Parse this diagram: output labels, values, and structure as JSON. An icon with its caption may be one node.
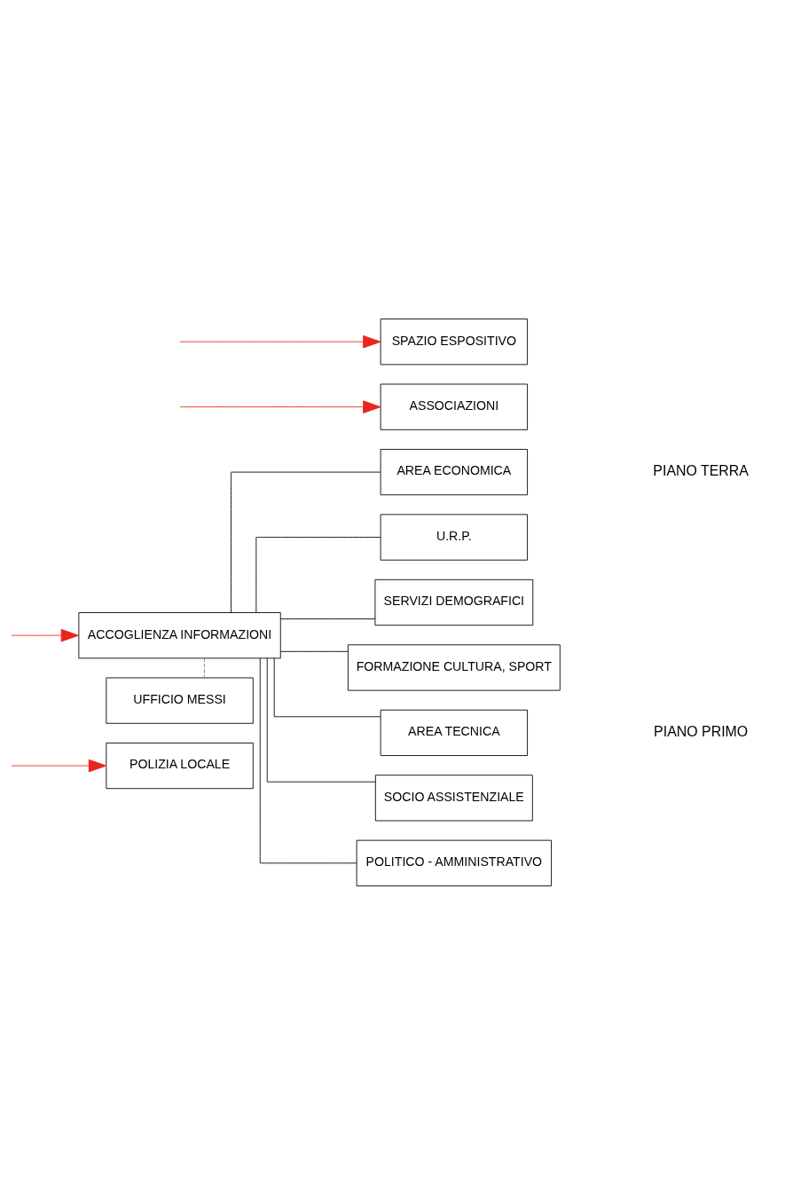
{
  "diagram": {
    "nodes": [
      {
        "text": [
          "SPAZIO ESPOSITIVO"
        ]
      },
      {
        "text": [
          "ASSOCIAZIONI"
        ]
      },
      {
        "text": [
          "ACCOGLIENZA INFORMAZIONI"
        ]
      },
      {
        "text": [
          "AREA ECONOMICA"
        ]
      },
      {
        "text": [
          "U.R.P."
        ]
      },
      {
        "text": [
          "SERVIZI DEMOGRAFICI"
        ]
      },
      {
        "text": [
          "UFFICIO MESSI"
        ]
      },
      {
        "text": [
          "FORMAZIONE CULTURA, SPORT"
        ]
      },
      {
        "text": [
          "AREA TECNICA"
        ]
      },
      {
        "text": [
          "SOCIO ASSISTENZIALE"
        ]
      },
      {
        "text": [
          "POLITICO - AMMINISTRATIVO"
        ]
      },
      {
        "text": [
          "POLIZIA LOCALE"
        ]
      }
    ],
    "edges": [
      {
        "from": null,
        "to": 0,
        "arrow": "to",
        "color": "#e8251e"
      },
      {
        "from": null,
        "to": 1,
        "arrow": "to",
        "color": "#e8251e"
      },
      {
        "from": null,
        "to": 2,
        "arrow": "to",
        "color": "#e8251e"
      },
      {
        "from": 2,
        "to": 3,
        "arrow": "none"
      },
      {
        "from": 2,
        "to": 4,
        "arrow": "none"
      },
      {
        "from": 2,
        "to": 5,
        "arrow": "none"
      },
      {
        "from": 2,
        "to": 7,
        "arrow": "none"
      },
      {
        "from": 2,
        "to": 8,
        "arrow": "none"
      },
      {
        "from": 2,
        "to": 9,
        "arrow": "none"
      },
      {
        "from": 2,
        "to": 10,
        "arrow": "none"
      },
      {
        "from": 2,
        "to": 6,
        "arrow": "none",
        "style": "dashed",
        "color": "#808080"
      },
      {
        "from": null,
        "to": 11,
        "arrow": "to",
        "color": "#e8251e"
      }
    ],
    "labels": [
      "PIANO TERRA",
      "PIANO PRIMO"
    ]
  }
}
